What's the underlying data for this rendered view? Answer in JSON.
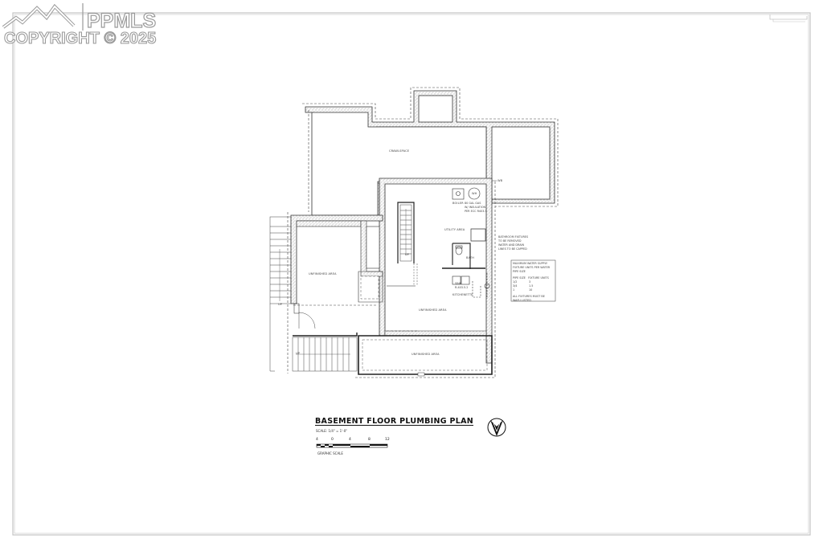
{
  "watermark": {
    "brand": "PPMLS",
    "copyright": "COPYRIGHT © 2025"
  },
  "drawing": {
    "title": "BASEMENT FLOOR PLUMBING PLAN",
    "scale_note": "SCALE: 1/4\" = 1'-0\"",
    "graphic_scale": {
      "label": "GRAPHIC SCALE",
      "ticks": [
        "4",
        "0",
        "4",
        "8",
        "12"
      ]
    },
    "north_arrow": "N",
    "rooms": {
      "crawlspace": "CRAWLSPACE",
      "unfinished_left": "UNFINISHED AREA",
      "unfinished_center": "UNFINISHED AREA",
      "unfinished_bottom": "UNFINISHED AREA",
      "utility": "UTILITY AREA",
      "bath": "BATH",
      "kitchenette": "KITCHENETTE"
    },
    "equipment": {
      "boiler": "BOILER",
      "water_heater": "WH",
      "wh_note": [
        "80 GAL GAS",
        "W/ INSULATION",
        "PER ECC R403.5"
      ],
      "sink": "SINK",
      "sink_note": "R-403.5.2"
    },
    "stairs": {
      "up_label": "UP"
    },
    "callouts": {
      "wb": "WB",
      "bathroom_note": [
        "BATHROOM FIXTURES",
        "TO BE REMOVED",
        "WATER AND DRAIN",
        "LINES TO BE CAPPED"
      ]
    },
    "fixture_table": {
      "heading": [
        "MAXIMUM WATER SUPPLY",
        "FIXTURE UNITS PER WATER",
        "PIPE SIZE"
      ],
      "col_headers": [
        "PIPE SIZE",
        "FIXTURE UNITS"
      ],
      "rows": [
        [
          "1/2",
          "3"
        ],
        [
          "3/4",
          "1.5"
        ],
        [
          "1",
          "10"
        ]
      ],
      "footer": [
        "ALL FIXTURES MUST BE",
        "WAFU LISTED"
      ]
    }
  }
}
